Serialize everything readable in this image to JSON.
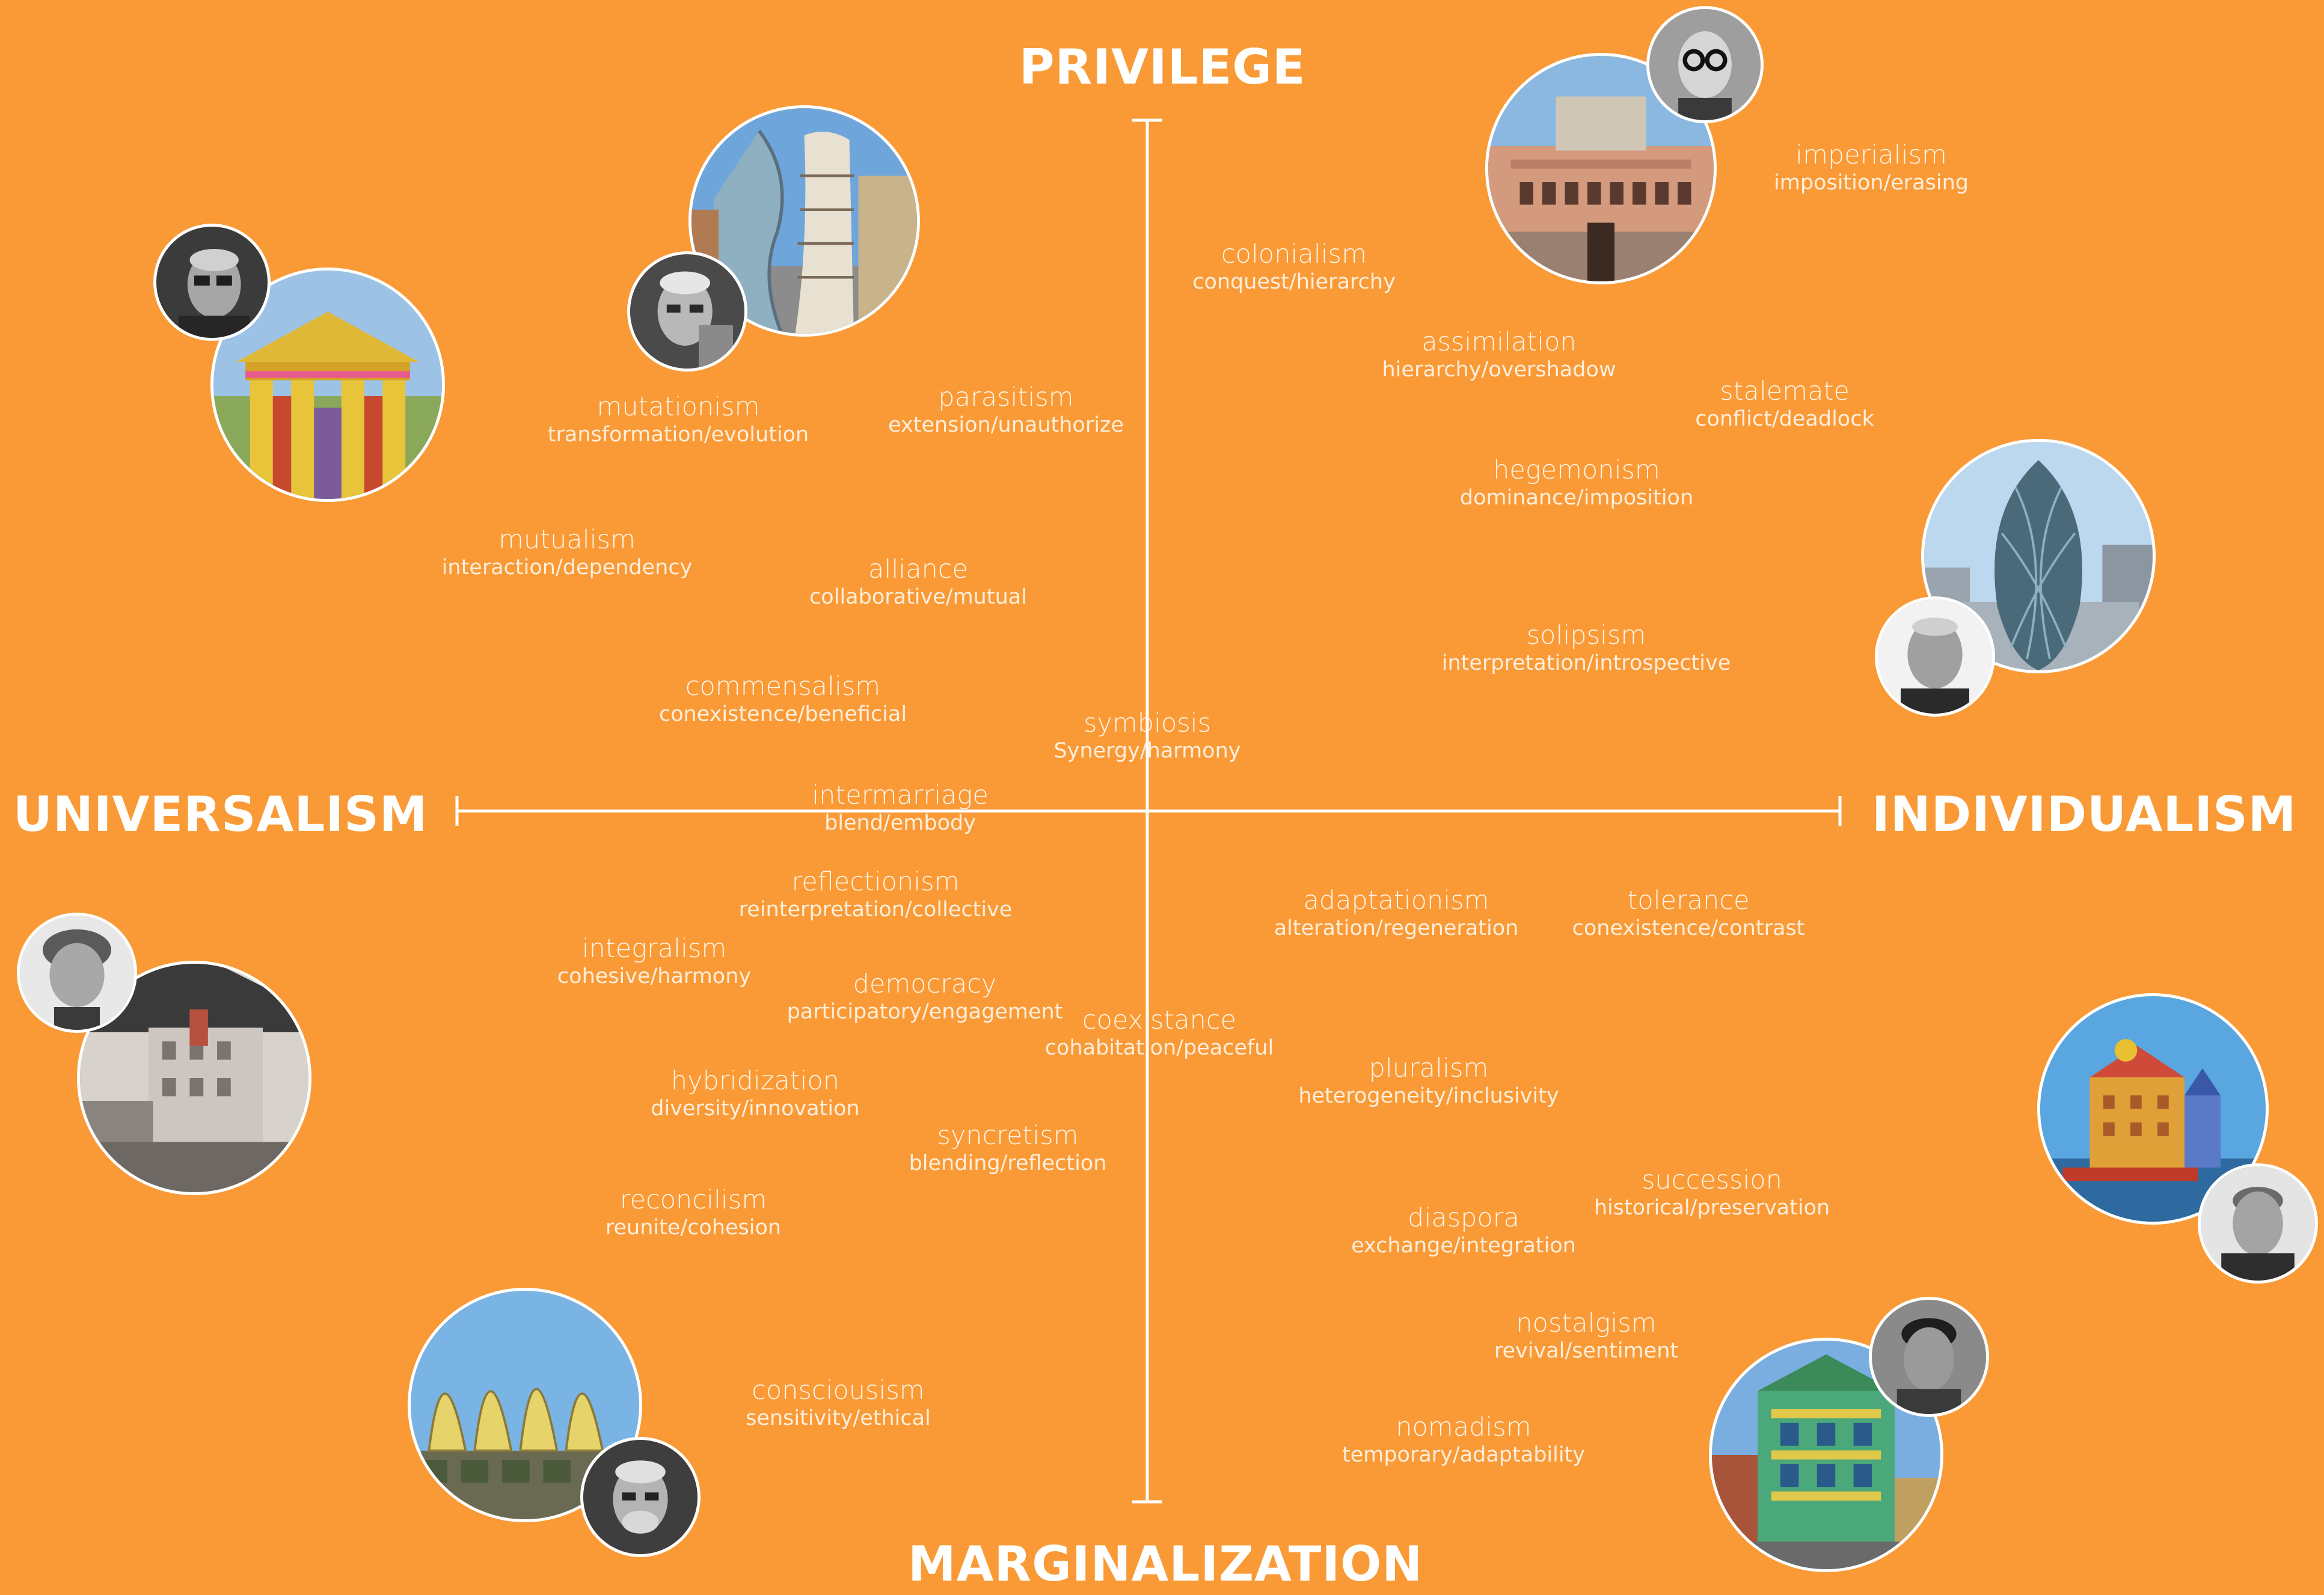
{
  "axes": {
    "top": "PRIVILEGE",
    "bottom": "MARGINALIZATION",
    "left": "UNIVERSALISM",
    "right": "INDIVIDUALISM"
  },
  "colors": {
    "background": "#F99A36",
    "text": "#FFF6EB",
    "axis": "#FFFFFF"
  },
  "terms": [
    {
      "id": "colonialism",
      "title": "colonialism",
      "subtitle": "conquest/hierarchy"
    },
    {
      "id": "imperialism",
      "title": "imperialism",
      "subtitle": "imposition/erasing"
    },
    {
      "id": "assimilation",
      "title": "assimilation",
      "subtitle": "hierarchy/overshadow"
    },
    {
      "id": "stalemate",
      "title": "stalemate",
      "subtitle": "conflict/deadlock"
    },
    {
      "id": "hegemonism",
      "title": "hegemonism",
      "subtitle": "dominance/imposition"
    },
    {
      "id": "solipsism",
      "title": "solipsism",
      "subtitle": "interpretation/introspective"
    },
    {
      "id": "mutationism",
      "title": "mutationism",
      "subtitle": "transformation/evolution"
    },
    {
      "id": "parasitism",
      "title": "parasitism",
      "subtitle": "extension/unauthorize"
    },
    {
      "id": "mutualism",
      "title": "mutualism",
      "subtitle": "interaction/dependency"
    },
    {
      "id": "alliance",
      "title": "alliance",
      "subtitle": "collaborative/mutual"
    },
    {
      "id": "commensalism",
      "title": "commensalism",
      "subtitle": "conexistence/beneficial"
    },
    {
      "id": "symbiosis",
      "title": "symbiosis",
      "subtitle": "Synergy/harmony"
    },
    {
      "id": "intermarriage",
      "title": "intermarriage",
      "subtitle": "blend/embody"
    },
    {
      "id": "reflectionism",
      "title": "reflectionism",
      "subtitle": "reinterpretation/collective"
    },
    {
      "id": "integralism",
      "title": "integralism",
      "subtitle": "cohesive/harmony"
    },
    {
      "id": "democracy",
      "title": "democracy",
      "subtitle": "participatory/engagement"
    },
    {
      "id": "coexistance",
      "title": "coexistance",
      "subtitle": "cohabitation/peaceful"
    },
    {
      "id": "hybridization",
      "title": "hybridization",
      "subtitle": "diversity/innovation"
    },
    {
      "id": "syncretism",
      "title": "syncretism",
      "subtitle": "blending/reflection"
    },
    {
      "id": "reconcilism",
      "title": "reconcilism",
      "subtitle": "reunite/cohesion"
    },
    {
      "id": "consciousism",
      "title": "consciousism",
      "subtitle": "sensitivity/ethical"
    },
    {
      "id": "adaptationism",
      "title": "adaptationism",
      "subtitle": "alteration/regeneration"
    },
    {
      "id": "tolerance",
      "title": "tolerance",
      "subtitle": "conexistence/contrast"
    },
    {
      "id": "pluralism",
      "title": "pluralism",
      "subtitle": "heterogeneity/inclusivity"
    },
    {
      "id": "succession",
      "title": "succession",
      "subtitle": "historical/preservation"
    },
    {
      "id": "diaspora",
      "title": "diaspora",
      "subtitle": "exchange/integration"
    },
    {
      "id": "nostalgism",
      "title": "nostalgism",
      "subtitle": "revival/sentiment"
    },
    {
      "id": "nomadism",
      "title": "nomadism",
      "subtitle": "temporary/adaptability"
    }
  ]
}
